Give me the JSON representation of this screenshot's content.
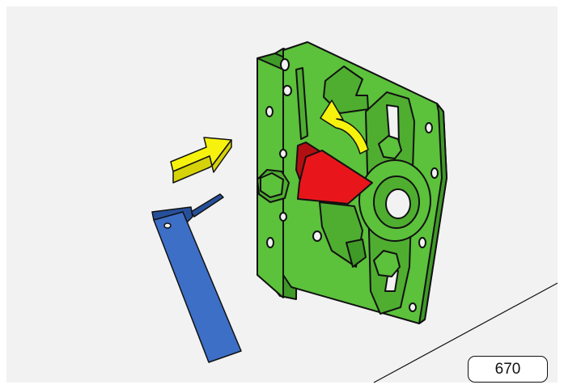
{
  "figure": {
    "number": "670"
  },
  "colors": {
    "background": "#f2f2f3",
    "bracket": "#5cc13b",
    "bracket_shade": "#3f9a27",
    "latch": "#e8161b",
    "latch_shade": "#b30f12",
    "pin": "#3d6fc7",
    "pin_shade": "#27509a",
    "arrow": "#f6f20e",
    "outline": "#111111"
  },
  "icons": [
    "push-direction-arrow",
    "rotate-direction-arrow"
  ]
}
